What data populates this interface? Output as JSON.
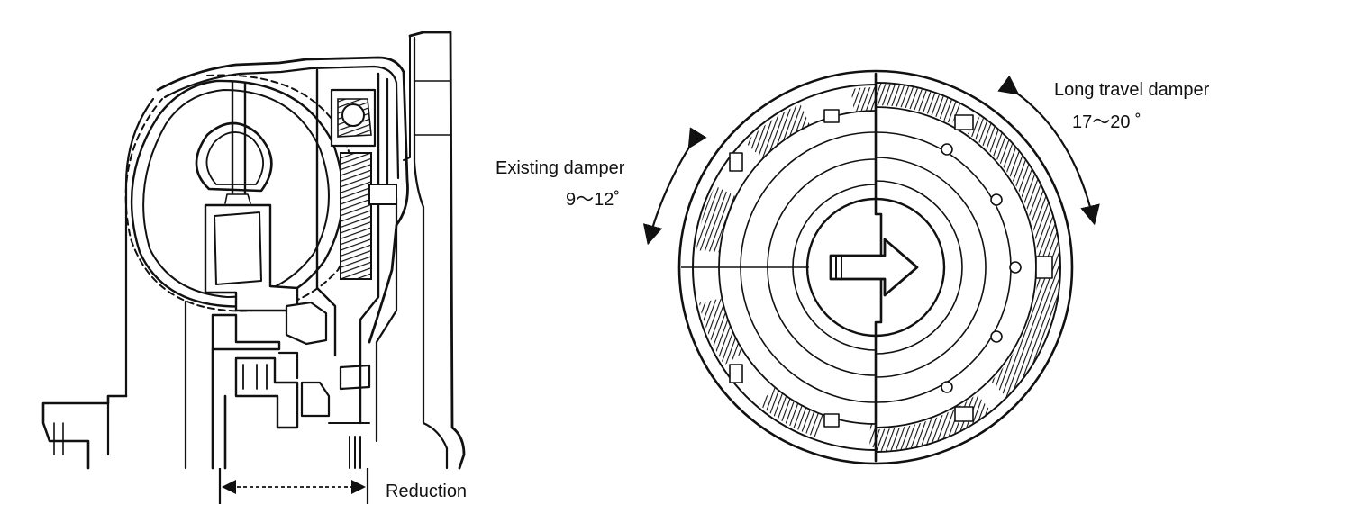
{
  "left_figure": {
    "reduction_label": "Reduction"
  },
  "right_figure": {
    "existing_damper": {
      "label": "Existing damper",
      "angle": "9～12˚"
    },
    "long_travel_damper": {
      "label": "Long travel damper",
      "angle": "17～20 ˚"
    }
  },
  "colors": {
    "ink": "#111111",
    "background": "#ffffff"
  }
}
